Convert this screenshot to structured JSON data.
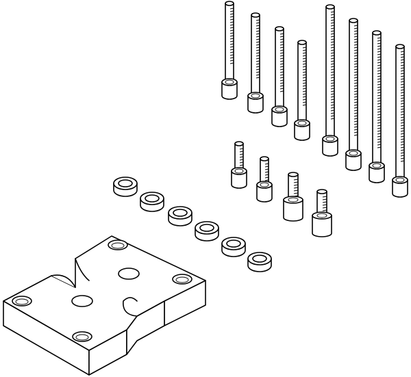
{
  "drawing": {
    "line_color": "#000000",
    "background_color": "#ffffff",
    "parts": [
      "long-screw",
      "short-screw",
      "ring",
      "adapter-plate"
    ]
  }
}
